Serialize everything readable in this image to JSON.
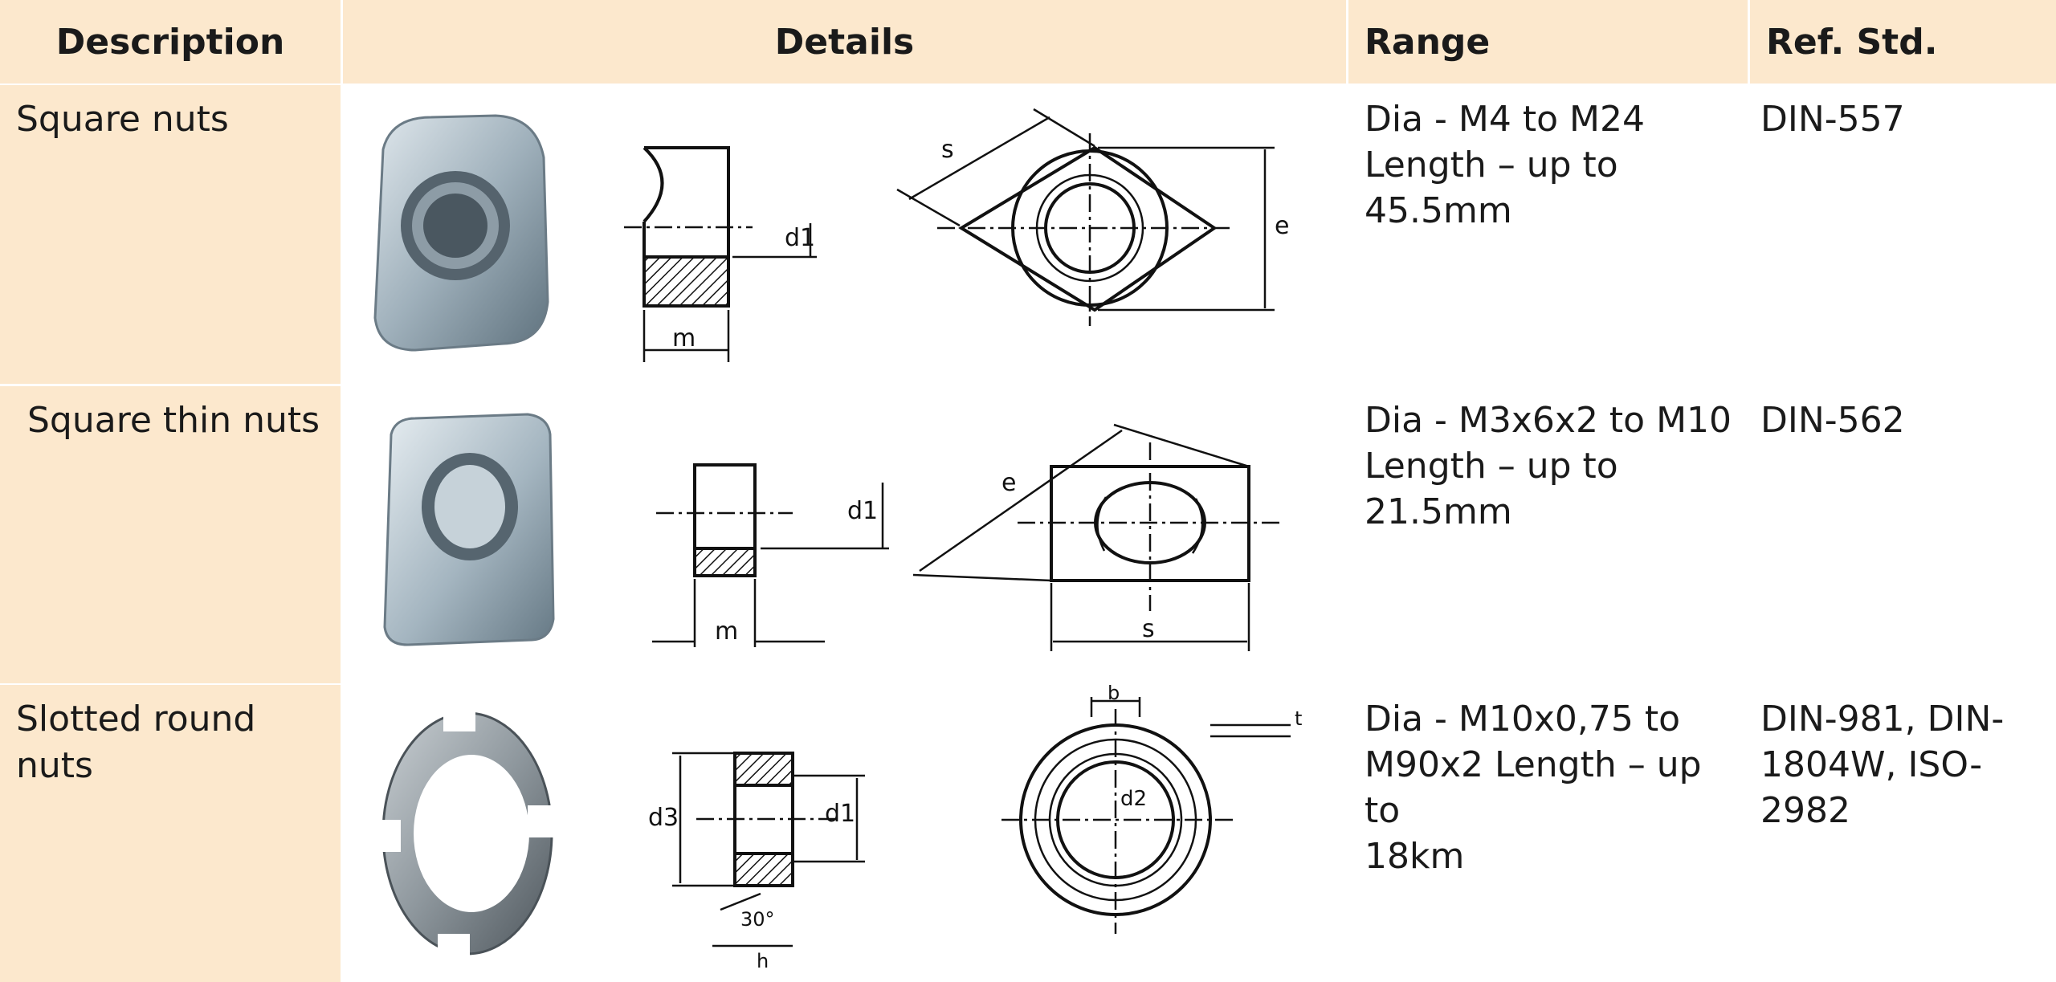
{
  "header": {
    "description": "Description",
    "details": "Details",
    "range": "Range",
    "ref_std": "Ref. Std."
  },
  "rows": [
    {
      "description": "Square nuts",
      "range_line1": "Dia -  M4 to M24",
      "range_line2": "Length – up to",
      "range_line3": "45.5mm",
      "ref_std": "DIN-557",
      "dims": [
        "m",
        "d1",
        "s",
        "e"
      ]
    },
    {
      "description": "Square thin nuts",
      "range_line1": "Dia -  M3x6x2 to M10",
      "range_line2": "Length – up to",
      "range_line3": "21.5mm",
      "ref_std": "DIN-562",
      "dims": [
        "m",
        "d1",
        "e",
        "s"
      ]
    },
    {
      "description": "Slotted round nuts",
      "range_line1": "Dia -  M10x0,75 to",
      "range_line2": "M90x2 Length – up to",
      "range_line3": "18km",
      "ref_std_line1": "DIN-981, DIN-",
      "ref_std_line2": "1804W, ISO-",
      "ref_std_line3": "2982",
      "dims": [
        "d3",
        "d1",
        "30°",
        "h",
        "b",
        "t",
        "d2"
      ]
    }
  ],
  "colors": {
    "label_bg": "#fce8cd",
    "accent": "#e3a35a",
    "zinc": "#b8c4cc"
  }
}
